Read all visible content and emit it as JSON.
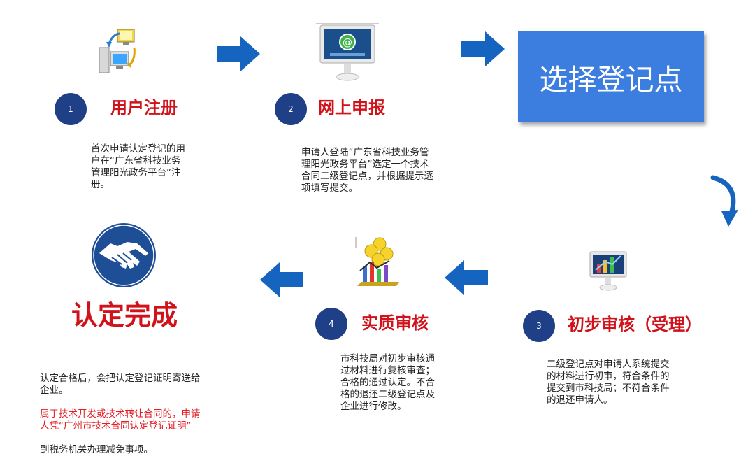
{
  "steps": [
    {
      "number": "1",
      "title": "用户注册",
      "desc": "首次申请认定登记的用\n户在“广东省科技业务\n管理阳光政务平台”注\n册。"
    },
    {
      "number": "2",
      "title": "网上申报",
      "desc": "申请人登陆“广东省科技业务管\n理阳光政务平台”选定一个技术\n合同二级登记点，并根据提示逐\n项填写提交。"
    },
    {
      "number": "3",
      "title": "初步审核（受理）",
      "desc": "二级登记点对申请人系统提交\n的材料进行初审，符合条件的\n提交到市科技局；不符合条件\n的退还申请人。"
    },
    {
      "number": "4",
      "title": "实质审核",
      "desc": "市科技局对初步审核通\n过材料进行复核审查；\n合格的通过认定。不合\n格的退还二级登记点及\n企业进行修改。"
    }
  ],
  "select_point": {
    "label": "选择登记点"
  },
  "complete": {
    "title": "认定完成",
    "desc_black": "认定合格后，会把认定登记证明寄送给\n企业。",
    "desc_red": "属于技术开发或技术转让合同的，申请\n人凭“广州市技术合同认定登记证明”",
    "desc_black2": "到税务机关办理减免事项。"
  },
  "icons": [
    "computer-network-icon",
    "monitor-web-icon",
    "monitor-chart-icon",
    "money-chart-icon",
    "handshake-icon"
  ],
  "colors": {
    "title_red": "#d0121b",
    "circle_navy": "#1f3f86",
    "arrow_blue": "#1565c0",
    "box_blue": "#3c7de0"
  }
}
